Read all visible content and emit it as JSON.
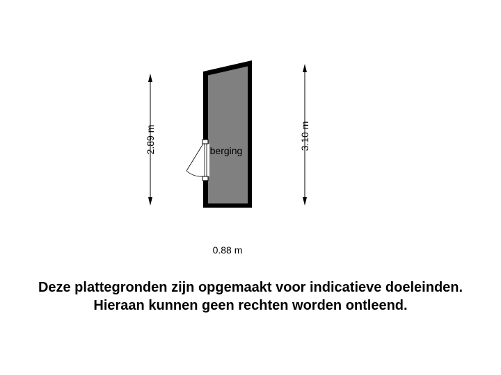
{
  "room": {
    "name": "berging"
  },
  "dimensions": {
    "left_height": "2.89 m",
    "right_height": "3.10 m",
    "width": "0.88 m"
  },
  "disclaimer": {
    "line1": "Deze plattegronden zijn opgemaakt voor indicatieve doeleinden.",
    "line2": "Hieraan kunnen geen rechten worden ontleend."
  },
  "colors": {
    "wall": "#000000",
    "floor": "#808080",
    "background": "#ffffff"
  }
}
